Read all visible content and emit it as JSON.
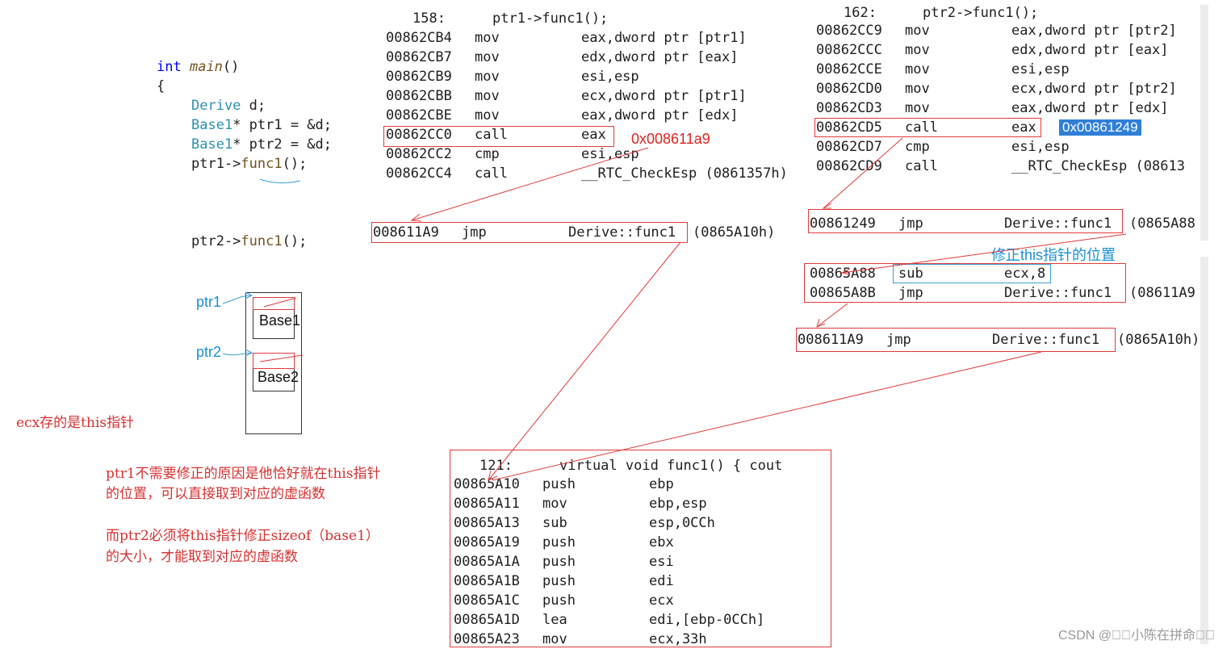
{
  "source": {
    "line1": {
      "kw": "int",
      "fn": "main",
      "rest": "()"
    },
    "line2": "{",
    "line3": {
      "type": "Derive",
      "rest": " d;"
    },
    "line4": {
      "type": "Base1",
      "rest": "* ptr1 = &d;"
    },
    "line5": {
      "type": "Base1",
      "rest": "* ptr2 = &d;"
    },
    "line6": {
      "pre": "ptr1->",
      "fn": "func1",
      "rest": "();"
    },
    "line7": {
      "pre": "ptr2->",
      "fn": "func1",
      "rest": "();"
    }
  },
  "memory": {
    "ptr1_label": "ptr1",
    "ptr2_label": "ptr2",
    "base1_label": "Base1",
    "base2_label": "Base2"
  },
  "notes": {
    "ecx_note": "ecx存的是this指针",
    "ptr1_note_line1": "ptr1不需要修正的原因是他恰好就在this指针",
    "ptr1_note_line2": "的位置，可以直接取到对应的虚函数",
    "ptr2_note_line1": "而ptr2必须将this指针修正sizeof（base1）",
    "ptr2_note_line2": "的大小，才能取到对应的虚函数"
  },
  "left_asm": {
    "header_line": "158:",
    "header_code": "ptr1->func1();",
    "rows": [
      {
        "addr": "00862CB4",
        "op": "mov",
        "arg": "eax,dword ptr [ptr1]"
      },
      {
        "addr": "00862CB7",
        "op": "mov",
        "arg": "edx,dword ptr [eax]"
      },
      {
        "addr": "00862CB9",
        "op": "mov",
        "arg": "esi,esp"
      },
      {
        "addr": "00862CBB",
        "op": "mov",
        "arg": "ecx,dword ptr [ptr1]"
      },
      {
        "addr": "00862CBE",
        "op": "mov",
        "arg": "eax,dword ptr [edx]"
      },
      {
        "addr": "00862CC0",
        "op": "call",
        "arg": "eax"
      },
      {
        "addr": "00862CC2",
        "op": "cmp",
        "arg": "esi,esp"
      },
      {
        "addr": "00862CC4",
        "op": "call",
        "arg": "__RTC_CheckEsp (0861357h)"
      }
    ],
    "target_label": "0x008611a9",
    "jmp": {
      "addr": "008611A9",
      "op": "jmp",
      "arg": "Derive::func1",
      "tail": "(0865A10h)"
    }
  },
  "right_asm": {
    "header_line": "162:",
    "header_code": "ptr2->func1();",
    "rows": [
      {
        "addr": "00862CC9",
        "op": "mov",
        "arg": "eax,dword ptr [ptr2]"
      },
      {
        "addr": "00862CCC",
        "op": "mov",
        "arg": "edx,dword ptr [eax]"
      },
      {
        "addr": "00862CCE",
        "op": "mov",
        "arg": "esi,esp"
      },
      {
        "addr": "00862CD0",
        "op": "mov",
        "arg": "ecx,dword ptr [ptr2]"
      },
      {
        "addr": "00862CD3",
        "op": "mov",
        "arg": "eax,dword ptr [edx]"
      },
      {
        "addr": "00862CD5",
        "op": "call",
        "arg": "eax"
      },
      {
        "addr": "00862CD7",
        "op": "cmp",
        "arg": "esi,esp"
      },
      {
        "addr": "00862CD9",
        "op": "call",
        "arg": "__RTC_CheckEsp (08613"
      }
    ],
    "target_label": "0x00861249",
    "jmp1": {
      "addr": "00861249",
      "op": "jmp",
      "arg": "Derive::func1",
      "tail": "(0865A88"
    },
    "fix_label": "修正this指针的位置",
    "thunk": [
      {
        "addr": "00865A88",
        "op": "sub",
        "arg": "ecx,8"
      },
      {
        "addr": "00865A8B",
        "op": "jmp",
        "arg": "Derive::func1",
        "tail": "(08611A9"
      }
    ],
    "jmp2": {
      "addr": "008611A9",
      "op": "jmp",
      "arg": "Derive::func1",
      "tail": "(0865A10h)"
    }
  },
  "func_asm": {
    "header_line": "121:",
    "header_code": "virtual void func1() { cout",
    "rows": [
      {
        "addr": "00865A10",
        "op": "push",
        "arg": "ebp"
      },
      {
        "addr": "00865A11",
        "op": "mov",
        "arg": "ebp,esp"
      },
      {
        "addr": "00865A13",
        "op": "sub",
        "arg": "esp,0CCh"
      },
      {
        "addr": "00865A19",
        "op": "push",
        "arg": "ebx"
      },
      {
        "addr": "00865A1A",
        "op": "push",
        "arg": "esi"
      },
      {
        "addr": "00865A1B",
        "op": "push",
        "arg": "edi"
      },
      {
        "addr": "00865A1C",
        "op": "push",
        "arg": "ecx"
      },
      {
        "addr": "00865A1D",
        "op": "lea",
        "arg": "edi,[ebp-0CCh]"
      },
      {
        "addr": "00865A23",
        "op": "mov",
        "arg": "ecx,33h"
      }
    ]
  },
  "watermark": "CSDN @\u0000\u0000小陈在拼命\u0000\u0000"
}
